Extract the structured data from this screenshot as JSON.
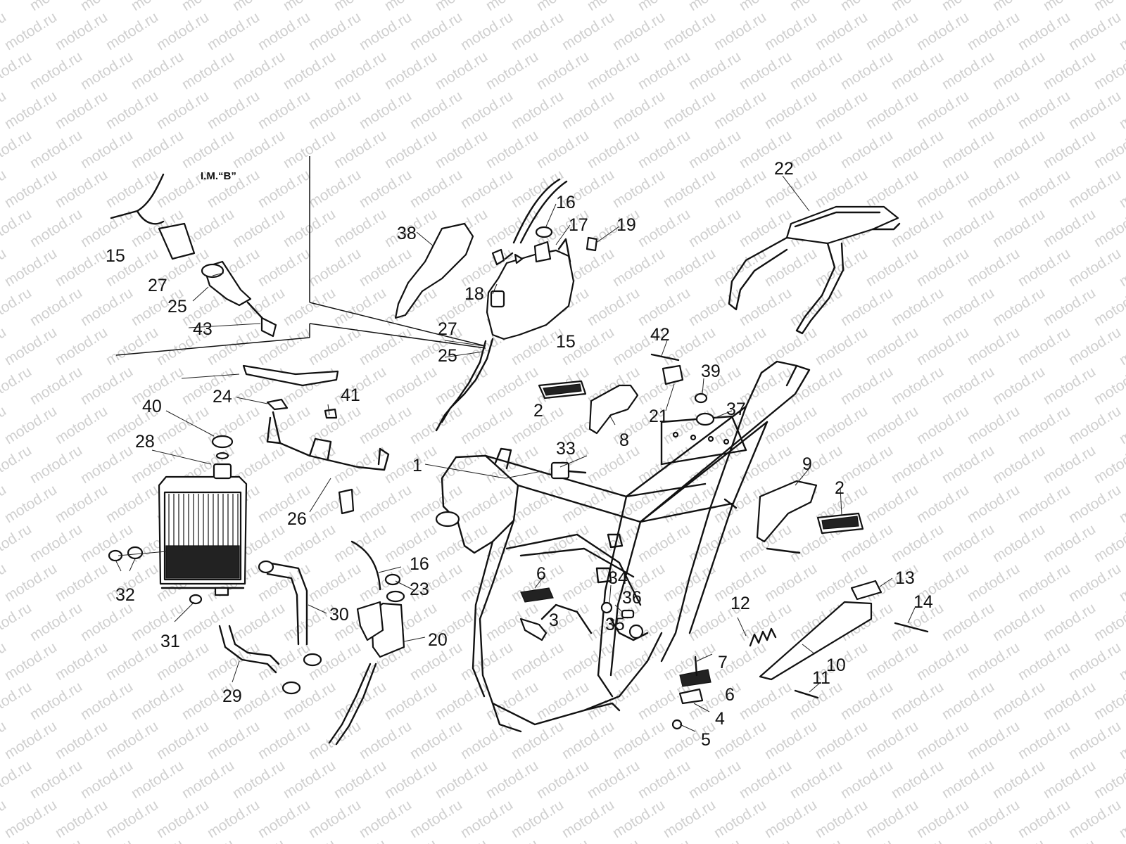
{
  "watermark": {
    "text": "motod.ru"
  },
  "inset": {
    "label": "I.M.“B”"
  },
  "callouts": [
    "1",
    "2",
    "2",
    "3",
    "4",
    "5",
    "6",
    "6",
    "7",
    "8",
    "9",
    "10",
    "11",
    "12",
    "13",
    "14",
    "15",
    "15",
    "16",
    "16",
    "17",
    "18",
    "19",
    "20",
    "21",
    "22",
    "23",
    "24",
    "25",
    "25",
    "26",
    "27",
    "27",
    "28",
    "29",
    "30",
    "31",
    "32",
    "33",
    "34",
    "35",
    "36",
    "37",
    "38",
    "39",
    "40",
    "41",
    "42",
    "43"
  ]
}
